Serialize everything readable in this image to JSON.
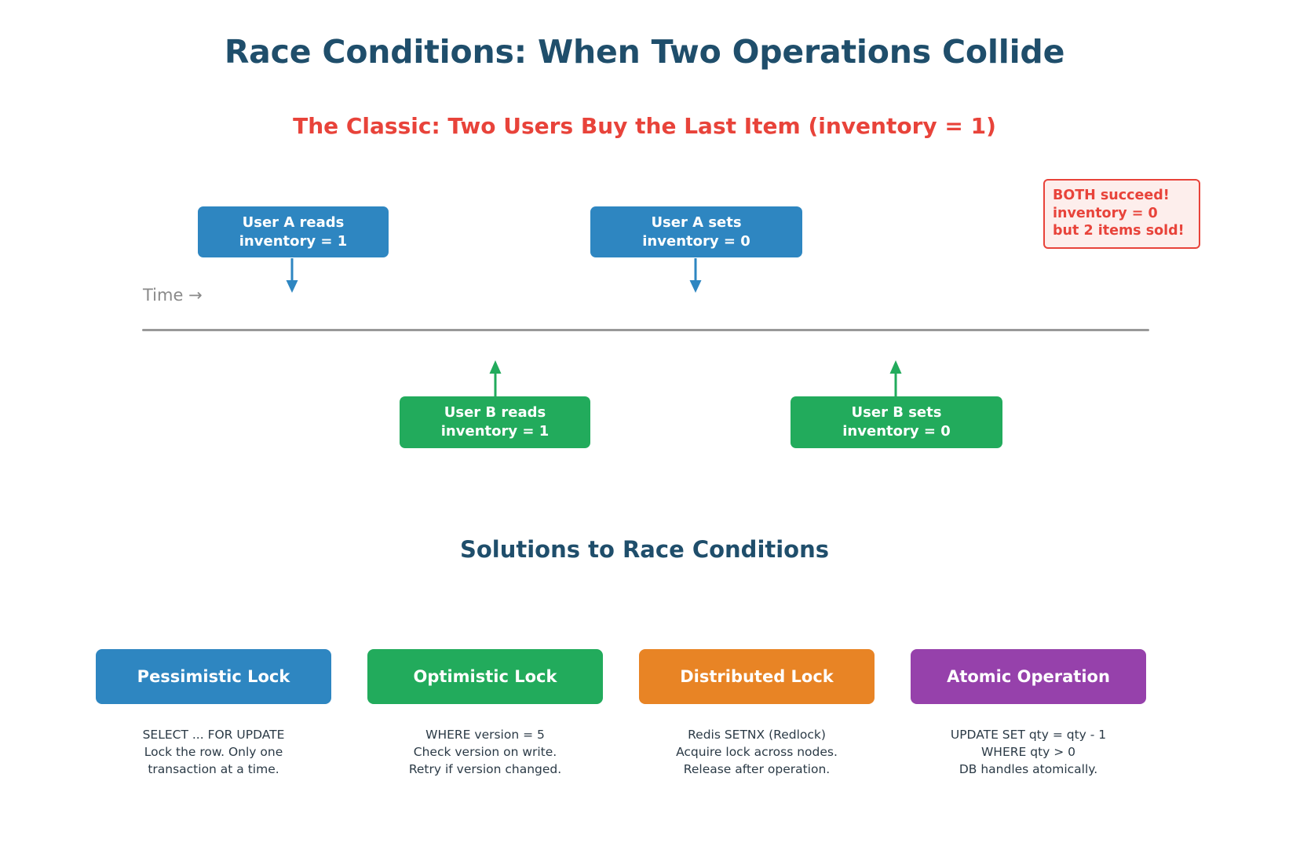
{
  "title": "Race Conditions: When Two Operations Collide",
  "scenario": {
    "heading": "The Classic: Two Users Buy the Last Item (inventory = 1)",
    "time_label": "Time →",
    "warning": {
      "line1": "BOTH succeed!",
      "line2": "inventory = 0",
      "line3": "but 2 items sold!",
      "color": "#e8433a",
      "background": "#fdeeec"
    },
    "events": [
      {
        "actor": "User A",
        "line1": "User A reads",
        "line2": "inventory = 1",
        "color": "#2e86c1",
        "lane": "above",
        "arrow": "down"
      },
      {
        "actor": "User A",
        "line1": "User A sets",
        "line2": "inventory = 0",
        "color": "#2e86c1",
        "lane": "above",
        "arrow": "down"
      },
      {
        "actor": "User B",
        "line1": "User B reads",
        "line2": "inventory = 1",
        "color": "#22ab5c",
        "lane": "below",
        "arrow": "up"
      },
      {
        "actor": "User B",
        "line1": "User B sets",
        "line2": "inventory = 0",
        "color": "#22ab5c",
        "lane": "below",
        "arrow": "up"
      }
    ]
  },
  "solutions": {
    "heading": "Solutions to Race Conditions",
    "items": [
      {
        "label": "Pessimistic Lock",
        "color": "#2e86c1",
        "caption1": "SELECT ... FOR UPDATE",
        "caption2": "Lock the row. Only one",
        "caption3": "transaction at a time."
      },
      {
        "label": "Optimistic Lock",
        "color": "#22ab5c",
        "caption1": "WHERE version = 5",
        "caption2": "Check version on write.",
        "caption3": "Retry if version changed."
      },
      {
        "label": "Distributed Lock",
        "color": "#e88425",
        "caption1": "Redis SETNX (Redlock)",
        "caption2": "Acquire lock across nodes.",
        "caption3": "Release after operation."
      },
      {
        "label": "Atomic Operation",
        "color": "#9641ab",
        "caption1": "UPDATE SET qty = qty - 1",
        "caption2": "WHERE qty > 0",
        "caption3": "DB handles atomically."
      }
    ]
  }
}
